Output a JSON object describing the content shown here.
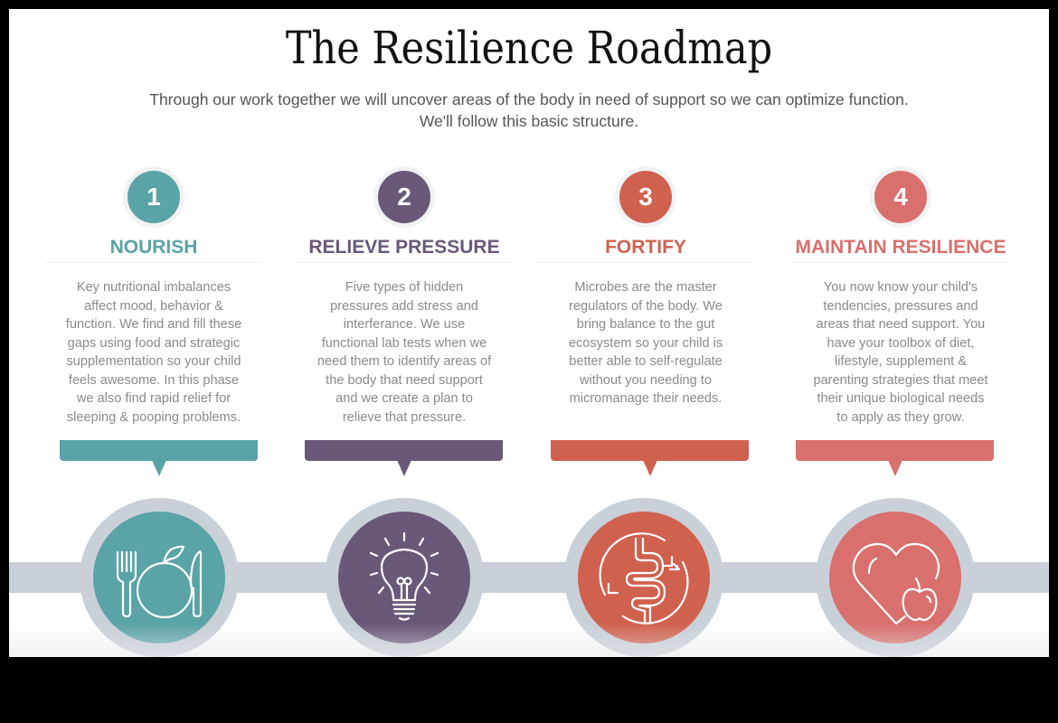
{
  "header": {
    "title": "The Resilience Roadmap",
    "subtitle_lines": [
      "Through our work together we will uncover areas of the body in need of support so we can optimize function.",
      "We'll follow this basic structure."
    ]
  },
  "colors": {
    "step1": "#5aa3a6",
    "step2": "#6a5878",
    "step3": "#d0614f",
    "step4": "#d9706e",
    "timeline": "#c9d0d8",
    "body_text": "#8a8a8a"
  },
  "steps": [
    {
      "number": "1",
      "title": "NOURISH",
      "icon": "plate-fork-knife-icon",
      "description_lines": [
        "Key nutritional imbalances",
        "affect mood, behavior &",
        "function. We find and fill these",
        "gaps using food and strategic",
        "supplementation so your child",
        "feels awesome. In this phase",
        "we also find rapid relief for",
        "sleeping & pooping problems."
      ]
    },
    {
      "number": "2",
      "title": "RELIEVE PRESSURE",
      "icon": "lightbulb-icon",
      "description_lines": [
        "Five types of hidden",
        "pressures add stress and",
        "interferance. We use",
        "functional lab tests when we",
        "need them to identify areas of",
        "the body that need support",
        "and we create a plan to",
        "relieve that pressure."
      ]
    },
    {
      "number": "3",
      "title": "FORTIFY",
      "icon": "gut-cycle-icon",
      "description_lines": [
        "Microbes are the master",
        "regulators of the body. We",
        "bring balance to the gut",
        "ecosystem so your child is",
        "better able to self-regulate",
        "without you needing to",
        "micromanage their needs."
      ]
    },
    {
      "number": "4",
      "title": "MAINTAIN RESILIENCE",
      "icon": "heart-apple-icon",
      "description_lines": [
        "You now know your child's",
        "tendencies, pressures and",
        "areas that need support. You",
        "have your toolbox of diet,",
        "lifestyle, supplement &",
        "parenting strategies that meet",
        "their unique biological needs",
        "to apply as they grow."
      ]
    }
  ]
}
